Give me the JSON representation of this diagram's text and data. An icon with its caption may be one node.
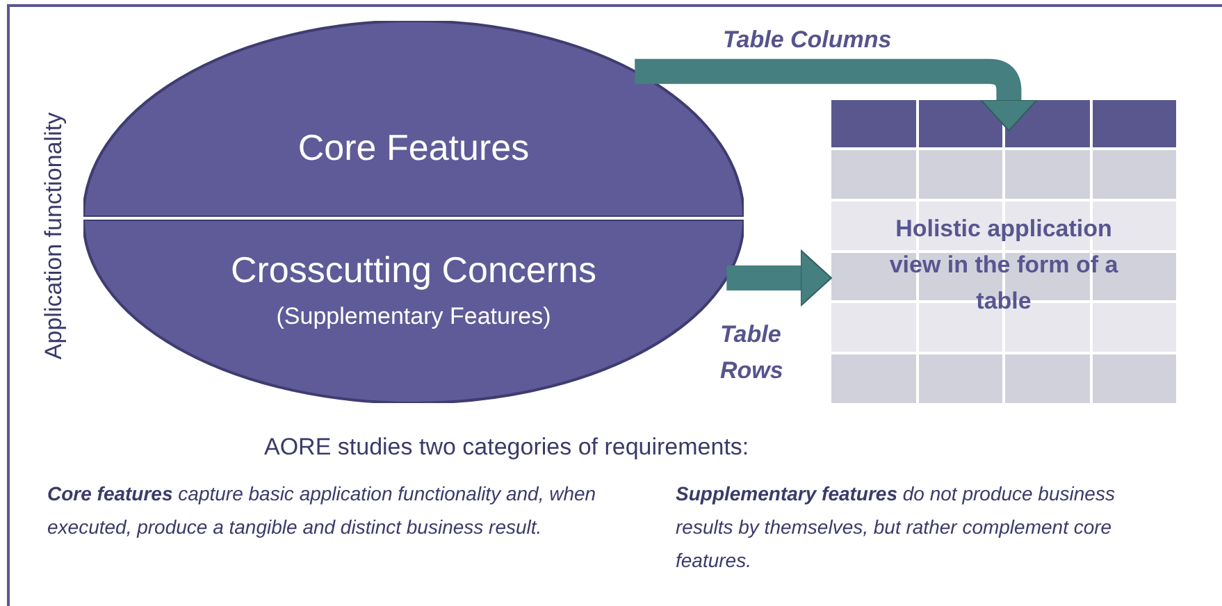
{
  "diagram": {
    "nodes": [
      {
        "text": [
          "Core Features"
        ]
      },
      {
        "text": [
          "Crosscutting Concerns",
          "(Supplementary Features)"
        ]
      },
      {
        "text": [
          "Holistic application view in the form of a table"
        ]
      }
    ],
    "edges": [
      {
        "from": 0,
        "to": 2,
        "arrow": "to",
        "label": "Table Columns"
      },
      {
        "from": 1,
        "to": 2,
        "arrow": "to",
        "label": "Table Rows"
      }
    ],
    "labels": [
      "Application functionality",
      "AORE studies two categories of requirements:",
      "**Core features** capture basic application functionality and, when executed, produce a tangible and distinct business result.",
      "**Supplementary features** do not produce business results by themselves, but rather complement core features."
    ]
  }
}
